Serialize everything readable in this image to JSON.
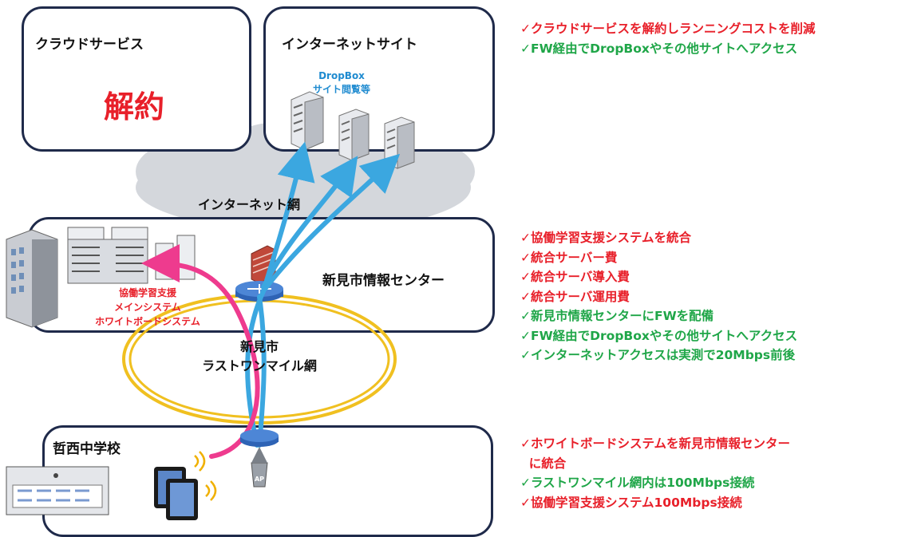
{
  "boxes": {
    "cloud_service": {
      "title": "クラウドサービス",
      "status": "解約"
    },
    "internet_site": {
      "title": "インターネットサイト",
      "sub_label": "DropBox\nサイト閲覧等"
    },
    "info_center": {
      "title": "新見市情報センター",
      "system_label": "協働学習支援\nメインシステム\nホワイトボードシステム"
    },
    "school": {
      "title": "哲西中学校",
      "ap_label": "AP"
    }
  },
  "networks": {
    "internet": "インターネット網",
    "last_one_mile": "新見市\nラストワンマイル網"
  },
  "notes": {
    "top": [
      {
        "text": "✓クラウドサービスを解約しランニングコストを削減",
        "color": "red"
      },
      {
        "text": "✓FW経由でDropBoxやその他サイトへアクセス",
        "color": "green"
      }
    ],
    "middle": [
      {
        "text": "✓協働学習支援システムを統合",
        "color": "red"
      },
      {
        "text": "✓統合サーバー費",
        "color": "red"
      },
      {
        "text": "✓統合サーバ導入費",
        "color": "red"
      },
      {
        "text": "✓統合サーバ運用費",
        "color": "red"
      },
      {
        "text": "✓新見市情報センターにFWを配備",
        "color": "green"
      },
      {
        "text": "✓FW経由でDropBoxやその他サイトへアクセス",
        "color": "green"
      },
      {
        "text": "✓インターネットアクセスは実測で20Mbps前後",
        "color": "green"
      }
    ],
    "bottom": [
      {
        "text": "✓ホワイトボードシステムを新見市情報センター",
        "color": "red"
      },
      {
        "text": "  に統合",
        "color": "red"
      },
      {
        "text": "✓ラストワンマイル網内は100Mbps接続",
        "color": "green"
      },
      {
        "text": "✓協働学習支援システム100Mbps接続",
        "color": "red"
      }
    ]
  },
  "colors": {
    "box_border": "#1f2a4a",
    "accent_red": "#e8202a",
    "accent_green": "#1fa648",
    "arrow_blue": "#3ba7e0",
    "arrow_pink": "#ee3b8e",
    "ring_yellow": "#f0c020",
    "cloud_gray": "#d4d7dc"
  }
}
